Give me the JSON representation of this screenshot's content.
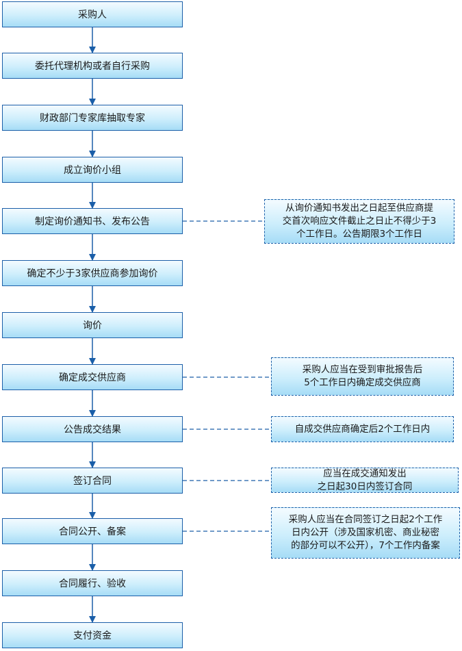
{
  "steps": [
    "采购人",
    "委托代理机构或者自行采购",
    "财政部门专家库抽取专家",
    "成立询价小组",
    "制定询价通知书、发布公告",
    "确定不少于3家供应商参加询价",
    "询价",
    "确定成交供应商",
    "公告成交结果",
    "签订合同",
    "合同公开、备案",
    "合同履行、验收",
    "支付资金"
  ],
  "notes": [
    {
      "step": 4,
      "text": "从询价通知书发出之日起至供应商提\n交首次响应文件截止之日止不得少于3\n个工作日。公告期限3个工作日"
    },
    {
      "step": 7,
      "text": "采购人应当在受到审批报告后\n5个工作日内确定成交供应商"
    },
    {
      "step": 8,
      "text": "自成交供应商确定后2个工作日内"
    },
    {
      "step": 9,
      "text": "应当在成交通知发出\n之日起30日内签订合同"
    },
    {
      "step": 10,
      "text": "采购人应当在合同签订之日起2个工作\n日内公开（涉及国家机密、商业秘密\n的部分可以不公开），7个工作内备案"
    }
  ],
  "colors": {
    "line": "#1a5ea8",
    "fill_top": "#f4fbff",
    "fill_bottom": "#a6dcf6"
  }
}
